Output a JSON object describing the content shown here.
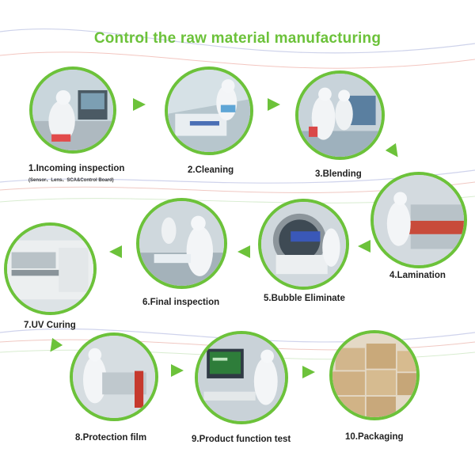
{
  "title": "Control the raw material manufacturing",
  "colors": {
    "accent": "#6cc23a",
    "text": "#222222"
  },
  "steps": [
    {
      "label": "1.Incoming inspection",
      "sublabel": "(Sensor、Lens、SCA&Control Board)",
      "scene": "worker-at-microscope"
    },
    {
      "label": "2.Cleaning",
      "scene": "cleaning-bench"
    },
    {
      "label": "3.Blending",
      "scene": "worker-blending"
    },
    {
      "label": "4.Lamination",
      "scene": "lamination-machine"
    },
    {
      "label": "5.Bubble Eliminate",
      "scene": "autoclave"
    },
    {
      "label": "6.Final inspection",
      "scene": "worker-inspecting"
    },
    {
      "label": "7.UV Curing",
      "scene": "uv-curing-machine"
    },
    {
      "label": "8.Protection film",
      "scene": "film-roller"
    },
    {
      "label": "9.Product function test",
      "scene": "computer-test"
    },
    {
      "label": "10.Packaging",
      "scene": "cardboard-boxes"
    }
  ]
}
